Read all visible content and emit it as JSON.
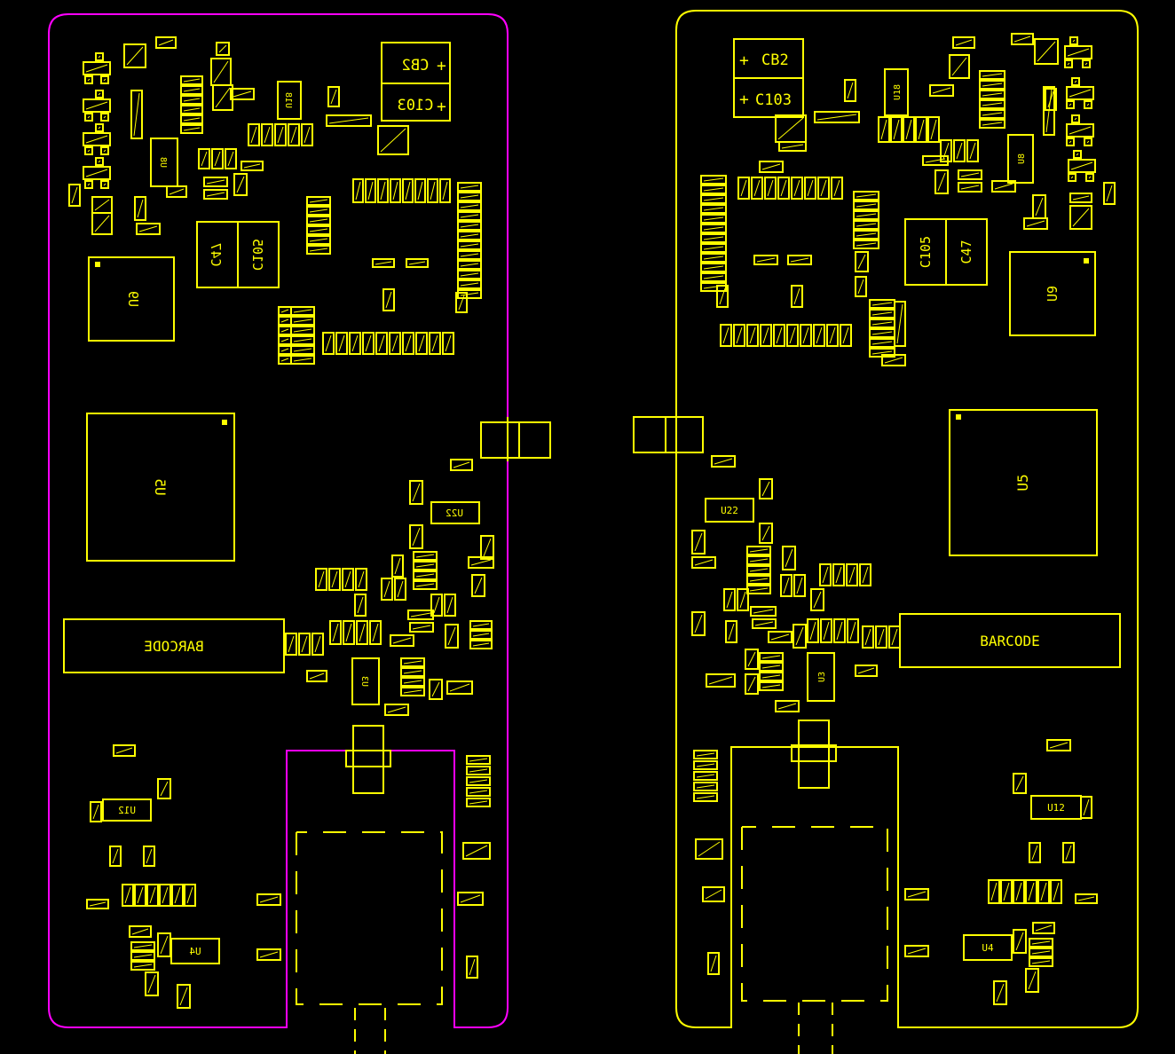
{
  "colors": {
    "background": "#000000",
    "silkscreen": "#ffff00",
    "outline_top": "#ff00ff",
    "outline_bottom": "#ffff00",
    "pad_accent": "#d01818"
  },
  "top_view": {
    "outline_color": "magenta",
    "mirrored": true,
    "labels": {
      "u9": "U9",
      "u5": "U5",
      "barcode": "BARCODE",
      "u22": "U22",
      "u18": "U18",
      "u8": "U8",
      "u3": "U3",
      "u12": "U12",
      "u4": "U4",
      "cb2": "CB2",
      "c103": "C103",
      "c47": "C47",
      "c105": "C105"
    }
  },
  "bottom_view": {
    "outline_color": "yellow",
    "mirrored": false,
    "labels": {
      "cb2": "CB2",
      "c103": "C103",
      "u18": "U18",
      "u8": "U8",
      "c105": "C105",
      "c47": "C47",
      "u9": "U9",
      "u5": "U5",
      "u22": "U22",
      "barcode": "BARCODE",
      "u3": "U3",
      "u12": "U12",
      "u4": "U4"
    }
  }
}
